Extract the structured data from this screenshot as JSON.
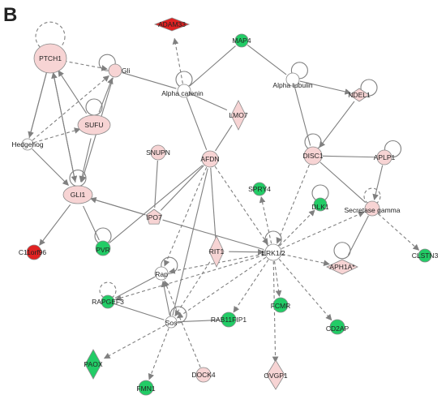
{
  "panel_label": "B",
  "colors": {
    "up_strong": "#e02222",
    "up_light": "#f7d4d4",
    "down_green": "#22cc66",
    "neutral": "#ffffff",
    "edge": "#808080",
    "node_stroke": "#8a8a8a"
  },
  "nodes": [
    {
      "id": "PTCH1",
      "label": "PTCH1",
      "fill": "up_light",
      "shape": "ellipse"
    },
    {
      "id": "Gli",
      "label": "Gli",
      "fill": "up_light",
      "shape": "circle"
    },
    {
      "id": "ADAM33",
      "label": "ADAM33",
      "fill": "up_strong",
      "shape": "diamond"
    },
    {
      "id": "MAP4",
      "label": "MAP4",
      "fill": "down_green",
      "shape": "circle"
    },
    {
      "id": "AlphaCatenin",
      "label": "Alpha catenin",
      "fill": "neutral",
      "shape": "circle"
    },
    {
      "id": "AlphaTubulin",
      "label": "Alpha tubulin",
      "fill": "neutral",
      "shape": "circle"
    },
    {
      "id": "NDEL1",
      "label": "NDEL1",
      "fill": "up_light",
      "shape": "diamond"
    },
    {
      "id": "LMO7",
      "label": "LMO7",
      "fill": "up_light",
      "shape": "diamond"
    },
    {
      "id": "SUFU",
      "label": "SUFU",
      "fill": "up_light",
      "shape": "ellipse"
    },
    {
      "id": "Hedgehog",
      "label": "Hedgehog",
      "fill": "neutral",
      "shape": "circle"
    },
    {
      "id": "DISC1",
      "label": "DISC1",
      "fill": "up_light",
      "shape": "circle"
    },
    {
      "id": "APLP1",
      "label": "APLP1",
      "fill": "up_light",
      "shape": "circle"
    },
    {
      "id": "SNUPN",
      "label": "SNUPN",
      "fill": "up_light",
      "shape": "circle"
    },
    {
      "id": "AFDN",
      "label": "AFDN",
      "fill": "up_light",
      "shape": "circle"
    },
    {
      "id": "SPRY4",
      "label": "SPRY4",
      "fill": "down_green",
      "shape": "circle"
    },
    {
      "id": "DLK1",
      "label": "DLK1",
      "fill": "down_green",
      "shape": "circle"
    },
    {
      "id": "SecretaseGamma",
      "label": "Secretase gamma",
      "fill": "up_light",
      "shape": "circle"
    },
    {
      "id": "GLI1",
      "label": "GLI1",
      "fill": "up_light",
      "shape": "ellipse"
    },
    {
      "id": "IPO7",
      "label": "IPO7",
      "fill": "up_light",
      "shape": "pentagon"
    },
    {
      "id": "C11orf96",
      "label": "C11orf96",
      "fill": "up_strong",
      "shape": "circle"
    },
    {
      "id": "PVR",
      "label": "PVR",
      "fill": "down_green",
      "shape": "circle"
    },
    {
      "id": "RIT1",
      "label": "RIT1",
      "fill": "up_light",
      "shape": "diamond"
    },
    {
      "id": "ERK12",
      "label": "ERK1/2",
      "fill": "neutral",
      "shape": "circle"
    },
    {
      "id": "APH1A",
      "label": "APH1A*",
      "fill": "up_light",
      "shape": "diamond"
    },
    {
      "id": "CLSTN3",
      "label": "CLSTN3",
      "fill": "down_green",
      "shape": "circle"
    },
    {
      "id": "Rap",
      "label": "Rap",
      "fill": "neutral",
      "shape": "circle"
    },
    {
      "id": "RAPGEF3",
      "label": "RAPGEF3",
      "fill": "down_green",
      "shape": "circle"
    },
    {
      "id": "FCMR",
      "label": "FCMR",
      "fill": "down_green",
      "shape": "circle"
    },
    {
      "id": "RAB11FIP1",
      "label": "RAB11FIP1",
      "fill": "down_green",
      "shape": "circle"
    },
    {
      "id": "CD2AP",
      "label": "CD2AP",
      "fill": "down_green",
      "shape": "circle"
    },
    {
      "id": "Sos",
      "label": "Sos",
      "fill": "neutral",
      "shape": "circle"
    },
    {
      "id": "PAOX",
      "label": "PAOX",
      "fill": "down_green",
      "shape": "diamond"
    },
    {
      "id": "DOCK4",
      "label": "DOCK4",
      "fill": "up_light",
      "shape": "circle"
    },
    {
      "id": "OVGP1",
      "label": "OVGP1",
      "fill": "up_light",
      "shape": "diamond"
    },
    {
      "id": "FMN1",
      "label": "FMN1",
      "fill": "down_green",
      "shape": "circle"
    }
  ],
  "edges": [
    {
      "from": "PTCH1",
      "to": "Gli",
      "style": "indirect",
      "arrow": true
    },
    {
      "from": "PTCH1",
      "to": "GLI1",
      "style": "direct",
      "arrow": true
    },
    {
      "from": "PTCH1",
      "to": "Hedgehog",
      "style": "direct",
      "arrow": true
    },
    {
      "from": "Hedgehog",
      "to": "PTCH1",
      "style": "direct",
      "arrow": false
    },
    {
      "from": "Hedgehog",
      "to": "Gli",
      "style": "indirect",
      "arrow": true
    },
    {
      "from": "Hedgehog",
      "to": "SUFU",
      "style": "indirect",
      "arrow": true
    },
    {
      "from": "Hedgehog",
      "to": "GLI1",
      "style": "direct",
      "arrow": true
    },
    {
      "from": "SUFU",
      "to": "Gli",
      "style": "direct",
      "arrow": true
    },
    {
      "from": "SUFU",
      "to": "PTCH1",
      "style": "direct",
      "arrow": true
    },
    {
      "from": "SUFU",
      "to": "GLI1",
      "style": "direct",
      "arrow": true
    },
    {
      "from": "Gli",
      "to": "AlphaCatenin",
      "style": "direct",
      "arrow": false
    },
    {
      "from": "Gli",
      "to": "GLI1",
      "style": "direct",
      "arrow": true
    },
    {
      "from": "GLI1",
      "to": "PTCH1",
      "style": "direct",
      "arrow": true
    },
    {
      "from": "GLI1",
      "to": "C11orf96",
      "style": "direct",
      "arrow": true
    },
    {
      "from": "GLI1",
      "to": "PVR",
      "style": "direct",
      "arrow": false
    },
    {
      "from": "GLI1",
      "to": "IPO7",
      "style": "direct",
      "arrow": false
    },
    {
      "from": "AlphaCatenin",
      "to": "ADAM33",
      "style": "indirect",
      "arrow": true
    },
    {
      "from": "AlphaCatenin",
      "to": "MAP4",
      "style": "direct",
      "arrow": false
    },
    {
      "from": "AlphaCatenin",
      "to": "LMO7",
      "style": "direct",
      "arrow": false
    },
    {
      "from": "AlphaCatenin",
      "to": "AFDN",
      "style": "direct",
      "arrow": false
    },
    {
      "from": "MAP4",
      "to": "AlphaTubulin",
      "style": "direct",
      "arrow": false
    },
    {
      "from": "AlphaTubulin",
      "to": "NDEL1",
      "style": "direct",
      "arrow": true
    },
    {
      "from": "AlphaTubulin",
      "to": "DISC1",
      "style": "direct",
      "arrow": false
    },
    {
      "from": "NDEL1",
      "to": "DISC1",
      "style": "direct",
      "arrow": true
    },
    {
      "from": "DISC1",
      "to": "APLP1",
      "style": "direct",
      "arrow": false
    },
    {
      "from": "DISC1",
      "to": "SecretaseGamma",
      "style": "direct",
      "arrow": false
    },
    {
      "from": "DISC1",
      "to": "ERK12",
      "style": "indirect",
      "arrow": true
    },
    {
      "from": "SNUPN",
      "to": "IPO7",
      "style": "direct",
      "arrow": false
    },
    {
      "from": "LMO7",
      "to": "AFDN",
      "style": "direct",
      "arrow": false
    },
    {
      "from": "AFDN",
      "to": "IPO7",
      "style": "direct",
      "arrow": false
    },
    {
      "from": "AFDN",
      "to": "ERK12",
      "style": "indirect",
      "arrow": true
    },
    {
      "from": "AFDN",
      "to": "RIT1",
      "style": "direct",
      "arrow": false
    },
    {
      "from": "AFDN",
      "to": "Rap",
      "style": "indirect",
      "arrow": true
    },
    {
      "from": "IPO7",
      "to": "ERK12",
      "style": "direct",
      "arrow": false
    },
    {
      "from": "IPO7",
      "to": "GLI1",
      "style": "direct",
      "arrow": true
    },
    {
      "from": "PVR",
      "to": "AFDN",
      "style": "direct",
      "arrow": false
    },
    {
      "from": "ERK12",
      "to": "SPRY4",
      "style": "indirect",
      "arrow": true
    },
    {
      "from": "ERK12",
      "to": "DLK1",
      "style": "indirect",
      "arrow": true
    },
    {
      "from": "ERK12",
      "to": "SecretaseGamma",
      "style": "indirect",
      "arrow": true
    },
    {
      "from": "ERK12",
      "to": "APH1A",
      "style": "indirect",
      "arrow": true
    },
    {
      "from": "ERK12",
      "to": "CD2AP",
      "style": "indirect",
      "arrow": true
    },
    {
      "from": "ERK12",
      "to": "FCMR",
      "style": "indirect",
      "arrow": true
    },
    {
      "from": "ERK12",
      "to": "OVGP1",
      "style": "indirect",
      "arrow": true
    },
    {
      "from": "ERK12",
      "to": "RAB11FIP1",
      "style": "indirect",
      "arrow": true
    },
    {
      "from": "ERK12",
      "to": "Sos",
      "style": "indirect",
      "arrow": true
    },
    {
      "from": "ERK12",
      "to": "RAPGEF3",
      "style": "indirect",
      "arrow": true
    },
    {
      "from": "ERK12",
      "to": "Rap",
      "style": "indirect",
      "arrow": true
    },
    {
      "from": "RIT1",
      "to": "ERK12",
      "style": "direct",
      "arrow": true
    },
    {
      "from": "RIT1",
      "to": "Sos",
      "style": "indirect",
      "arrow": true
    },
    {
      "from": "SecretaseGamma",
      "to": "APH1A",
      "style": "direct",
      "arrow": false
    },
    {
      "from": "SecretaseGamma",
      "to": "CLSTN3",
      "style": "indirect",
      "arrow": true
    },
    {
      "from": "APLP1",
      "to": "SecretaseGamma",
      "style": "direct",
      "arrow": true
    },
    {
      "from": "Rap",
      "to": "RAPGEF3",
      "style": "direct",
      "arrow": false
    },
    {
      "from": "Sos",
      "to": "Rap",
      "style": "direct",
      "arrow": true
    },
    {
      "from": "Sos",
      "to": "AFDN",
      "style": "direct",
      "arrow": false
    },
    {
      "from": "Sos",
      "to": "PAOX",
      "style": "indirect",
      "arrow": true
    },
    {
      "from": "Sos",
      "to": "FMN1",
      "style": "indirect",
      "arrow": true
    },
    {
      "from": "Sos",
      "to": "RAB11FIP1",
      "style": "direct",
      "arrow": false
    },
    {
      "from": "RAPGEF3",
      "to": "Sos",
      "style": "direct",
      "arrow": false
    },
    {
      "from": "DOCK4",
      "to": "Rap",
      "style": "indirect",
      "arrow": true
    }
  ],
  "self_loops": [
    {
      "node": "PTCH1",
      "style": "indirect"
    },
    {
      "node": "Gli",
      "style": "direct"
    },
    {
      "node": "AlphaCatenin",
      "style": "direct"
    },
    {
      "node": "AlphaTubulin",
      "style": "direct"
    },
    {
      "node": "NDEL1",
      "style": "direct"
    },
    {
      "node": "SUFU",
      "style": "direct"
    },
    {
      "node": "DISC1",
      "style": "direct"
    },
    {
      "node": "APLP1",
      "style": "direct"
    },
    {
      "node": "GLI1",
      "style": "direct"
    },
    {
      "node": "SecretaseGamma",
      "style": "indirect"
    },
    {
      "node": "ERK12",
      "style": "direct"
    },
    {
      "node": "Rap",
      "style": "direct"
    },
    {
      "node": "RAPGEF3",
      "style": "indirect"
    },
    {
      "node": "Sos",
      "style": "direct"
    },
    {
      "node": "PVR",
      "style": "direct"
    },
    {
      "node": "DLK1",
      "style": "direct"
    },
    {
      "node": "APH1A",
      "style": "direct"
    }
  ]
}
